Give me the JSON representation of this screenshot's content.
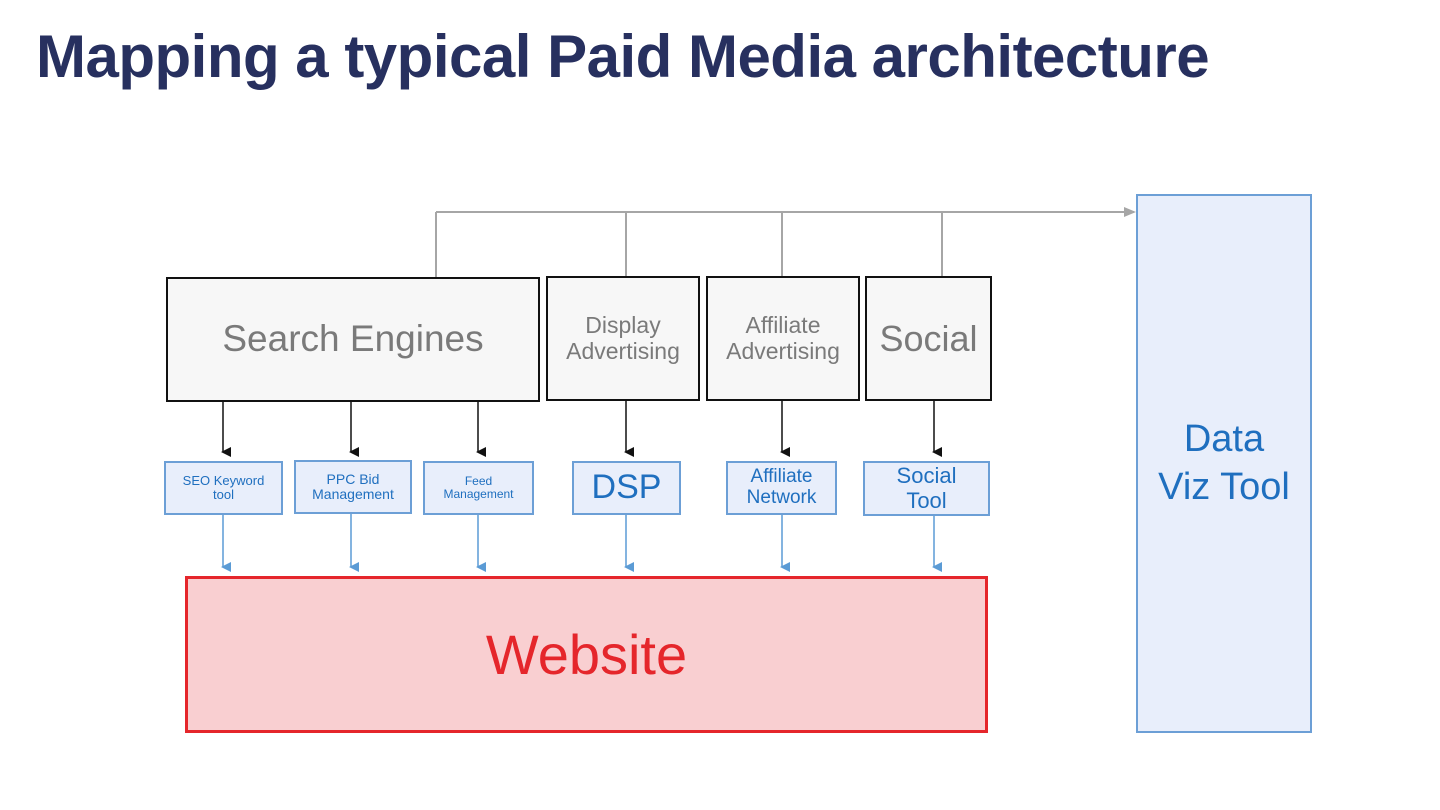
{
  "title": "Mapping a typical Paid Media architecture",
  "sources": {
    "search_engines": "Search Engines",
    "display": "Display Advertising",
    "affiliate": "Affiliate Advertising",
    "social": "Social"
  },
  "tools": {
    "seo": "SEO Keyword tool",
    "ppc": "PPC Bid Management",
    "feed": "Feed Management",
    "dsp": "DSP",
    "affiliate_network": "Affiliate Network",
    "social_tool": "Social Tool"
  },
  "website": "Website",
  "data_viz": "Data Viz Tool",
  "colors": {
    "title": "#27305f",
    "source_border": "#111111",
    "tool_border": "#6c9fd6",
    "tool_text": "#1f6fbf",
    "website_fill": "#f9cfd1",
    "website_text": "#e5262b",
    "connector_gray": "#a6a6a6"
  }
}
